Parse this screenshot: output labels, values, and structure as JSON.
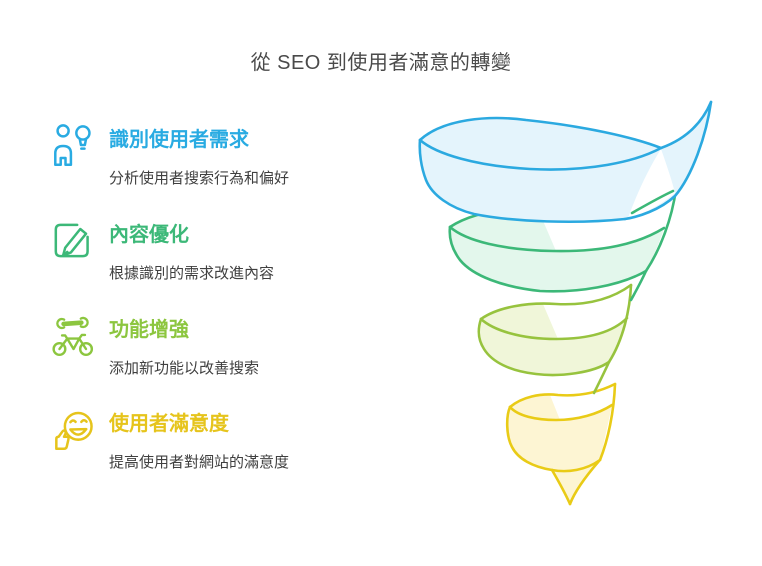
{
  "title": "從 SEO 到使用者滿意的轉變",
  "steps": [
    {
      "title": "識別使用者需求",
      "description": "分析使用者搜索行為和偏好",
      "color": "#29ABE2",
      "icon": "user-idea-icon"
    },
    {
      "title": "內容優化",
      "description": "根據識別的需求改進內容",
      "color": "#3CB878",
      "icon": "edit-pencil-icon"
    },
    {
      "title": "功能增強",
      "description": "添加新功能以改善搜索",
      "color": "#8CC63F",
      "icon": "bicycle-wrench-icon"
    },
    {
      "title": "使用者滿意度",
      "description": "提高使用者對網站的滿意度",
      "color": "#E6C41C",
      "icon": "smiley-thumb-up-icon"
    }
  ],
  "funnel": {
    "layers": [
      {
        "stage": 1,
        "stroke": "#2BA9E0",
        "fill": "#E4F4FC"
      },
      {
        "stage": 2,
        "stroke": "#3CB878",
        "fill": "#E3F7EC"
      },
      {
        "stage": 3,
        "stroke": "#97C33E",
        "fill": "#F0F6D9"
      },
      {
        "stage": 4,
        "stroke": "#E9CB16",
        "fill": "#FDF5D3"
      }
    ]
  }
}
